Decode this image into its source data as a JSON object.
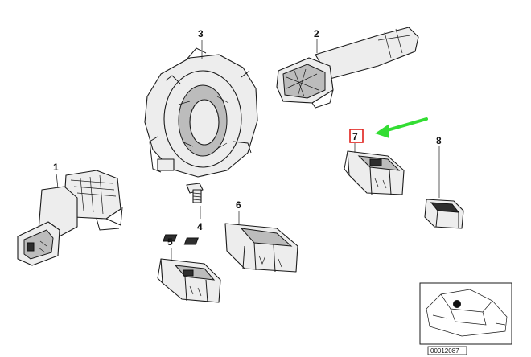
{
  "callouts": {
    "p1": "1",
    "p2": "2",
    "p3": "3",
    "p4": "4",
    "p5": "5",
    "p6": "6",
    "p7": "7",
    "p8": "8"
  },
  "highlight": {
    "box_color": "#e0201a",
    "arrow_color": "#33dd33"
  },
  "inset": {
    "ref_code": "00012087"
  }
}
